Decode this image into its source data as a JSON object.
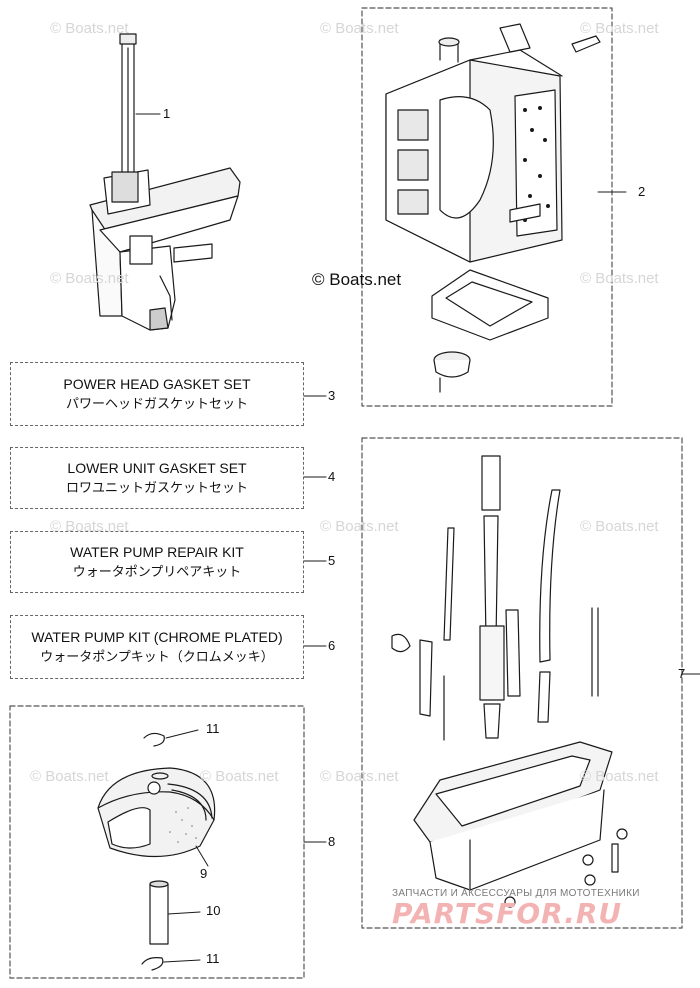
{
  "watermarks": [
    "© Boats.net",
    "© Boats.net",
    "© Boats.net",
    "© Boats.net",
    "© Boats.net",
    "© Boats.net",
    "© Boats.net",
    "© Boats.net",
    "© Boats.net",
    "© Boats.net",
    "© Boats.net",
    "© Boats.net"
  ],
  "copyright": "© Boats.net",
  "callouts": {
    "n1": "1",
    "n2": "2",
    "n3": "3",
    "n4": "4",
    "n5": "5",
    "n6": "6",
    "n7": "7",
    "n8": "8",
    "n9": "9",
    "n10": "10",
    "n11a": "11",
    "n11b": "11"
  },
  "kits": {
    "k3": {
      "en": "POWER HEAD GASKET SET",
      "jp": "パワーヘッドガスケットセット"
    },
    "k4": {
      "en": "LOWER UNIT GASKET SET",
      "jp": "ロワユニットガスケットセット"
    },
    "k5": {
      "en": "WATER PUMP REPAIR KIT",
      "jp": "ウォータポンプリペアキット"
    },
    "k6": {
      "en": "WATER PUMP KIT (CHROME PLATED)",
      "jp": "ウォータポンプキット（クロムメッキ）"
    }
  },
  "brand": {
    "subtitle": "ЗАПЧАСТИ И АКСЕССУАРЫ ДЛЯ МОТОТЕХНИКИ",
    "name": "PARTSFOR.RU"
  }
}
